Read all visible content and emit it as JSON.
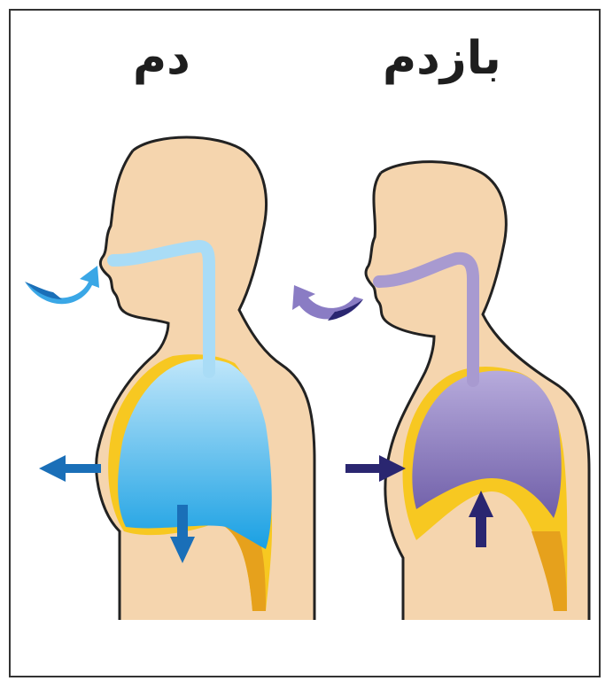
{
  "panels": [
    {
      "id": "inhale",
      "title": "دم",
      "colors": {
        "airway": "#a9dcf6",
        "lung_top": "#bfe6fa",
        "lung_bottom": "#19a0e3",
        "arrow": "#1a6fb8",
        "arrow_light": "#3aa7e6"
      }
    },
    {
      "id": "exhale",
      "title": "بازدم",
      "colors": {
        "airway": "#a89ad0",
        "lung_top": "#b7abdc",
        "lung_bottom": "#6f5ea8",
        "arrow": "#2a2670",
        "arrow_light": "#8a7cc4"
      }
    }
  ],
  "colors": {
    "skin": "#f5d5ae",
    "outline": "#222222",
    "pleura": "#f7c821",
    "diaphragm_shade": "#e6a11c"
  }
}
